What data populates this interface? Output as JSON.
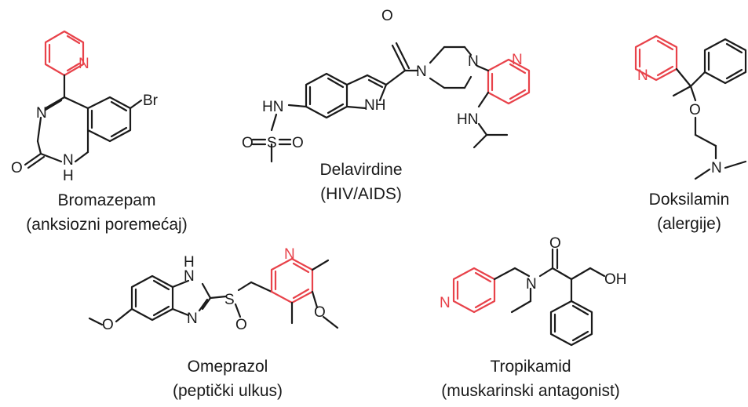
{
  "compounds": [
    {
      "name": "Bromazepam",
      "use": "(anksiozni poremećaj)"
    },
    {
      "name": "Delavirdine",
      "use": "(HIV/AIDS)"
    },
    {
      "name": "Doksilamin",
      "use": "(alergije)"
    },
    {
      "name": "Omeprazol",
      "use": "(peptički ulkus)"
    },
    {
      "name": "Tropikamid",
      "use": "(muskarinski antagonist)"
    }
  ],
  "atoms": {
    "N": "N",
    "H": "H",
    "O": "O",
    "S": "S",
    "Br": "Br",
    "NH": "NH",
    "HN": "HN",
    "OH": "OH"
  },
  "colors": {
    "pyridine_ring": "#e8424a",
    "bonds": "#1a1a1a"
  }
}
